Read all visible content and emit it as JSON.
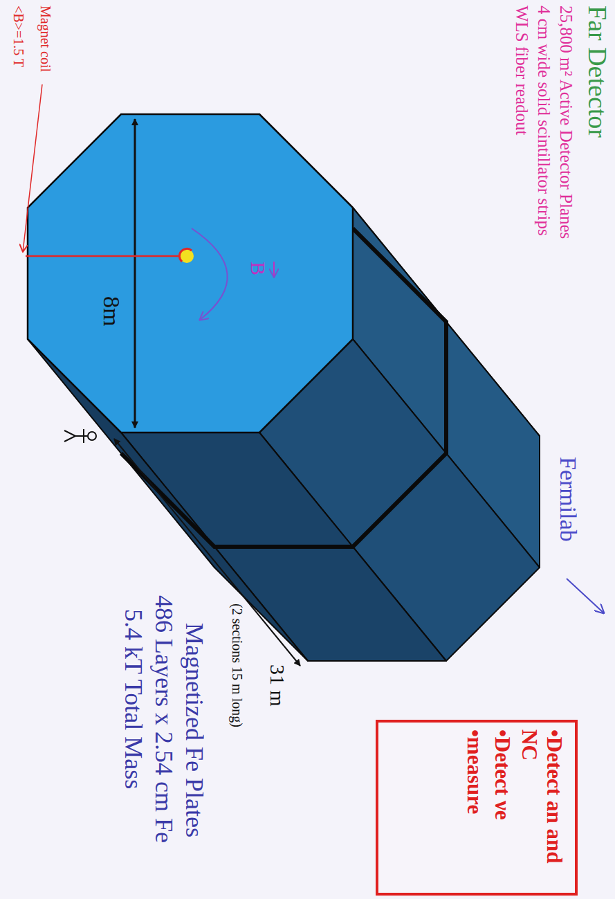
{
  "diagram": {
    "title": "Far Detector",
    "nodes": [
      {
        "text": [
          "•Detect an and NC",
          "•Detect νe",
          "•measure"
        ]
      }
    ],
    "labels": [
      "25,800 m² Active Detector Planes",
      "4 cm wide solid scintillator strips",
      "WLS fiber readout",
      "Magnet coil",
      "<B>=1.5 T",
      "B",
      "8m",
      "Fermilab",
      "31 m",
      "(2 sections 15 m long)",
      "Magnetized Fe Plates",
      "486 Layers x 2.54 cm Fe",
      "5.4 kT Total Mass"
    ]
  }
}
